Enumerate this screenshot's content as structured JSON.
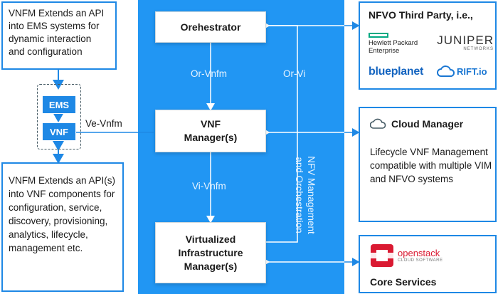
{
  "left_notes": {
    "top": "VNFM Extends an API into EMS systems for dynamic interaction and configuration",
    "bottom": "VNFM Extends an API(s) into VNF components for configuration, service, discovery, provisioning, analytics, lifecycle, management etc."
  },
  "small_boxes": {
    "ems": "EMS",
    "vnf": "VNF"
  },
  "interfaces": {
    "ve_vnfm": "Ve-Vnfm",
    "or_vnfm": "Or-Vnfm",
    "or_vi": "Or-Vi",
    "vi_vnfm": "Vi-Vnfm"
  },
  "center": {
    "orchestrator": "Orehestrator",
    "vnf_manager": "VNF Manager(s)",
    "vim": "Virtualized Infrastructure Manager(s)",
    "vertical_label": "NFV Management and Orchestration"
  },
  "right": {
    "nfvo_title": "NFVO Third Party, i.e.,",
    "logos": {
      "hpe": "Hewlett Packard Enterprise",
      "juniper": "JUNIPER",
      "juniper_sub": "NETWORKS",
      "blueplanet": "blueplanet",
      "rift": "RIFT.io"
    },
    "cloud_title": "Cloud Manager",
    "cloud_text": "Lifecycle VNF Management compatible with multiple VIM and NFVO systems",
    "openstack": "openstack",
    "openstack_sub": "CLOUD SOFTWARE",
    "core_title": "Core Services"
  },
  "colors": {
    "panel": "#2196f3",
    "accent": "#1e88e5",
    "hpe_green": "#01a982",
    "openstack_red": "#da1a32"
  }
}
